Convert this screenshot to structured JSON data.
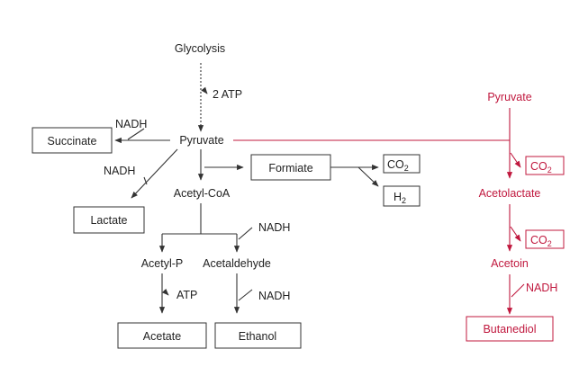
{
  "colors": {
    "ink": "#222222",
    "butanediol_pathway": "#c0183e"
  },
  "mixed_acid": {
    "glycolysis": "Glycolysis",
    "atp_from_glycolysis": "2 ATP",
    "pyruvate": "Pyruvate",
    "nadh_to_succinate": "NADH",
    "succinate": "Succinate",
    "nadh_to_lactate": "NADH",
    "lactate": "Lactate",
    "acetyl_coa": "Acetyl-CoA",
    "formiate": "Formiate",
    "co2_main": "CO",
    "co2_sub": "2",
    "h2_main": "H",
    "h2_sub": "2",
    "nadh_acetaldehyde": "NADH",
    "acetyl_p": "Acetyl-P",
    "acetaldehyde": "Acetaldehyde",
    "atp_acetate": "ATP",
    "nadh_ethanol": "NADH",
    "acetate": "Acetate",
    "ethanol": "Ethanol"
  },
  "butanediol": {
    "pyruvate": "Pyruvate",
    "co2_1_main": "CO",
    "co2_1_sub": "2",
    "acetolactate": "Acetolactate",
    "co2_2_main": "CO",
    "co2_2_sub": "2",
    "acetoin": "Acetoin",
    "nadh": "NADH",
    "butanediol": "Butanediol"
  }
}
